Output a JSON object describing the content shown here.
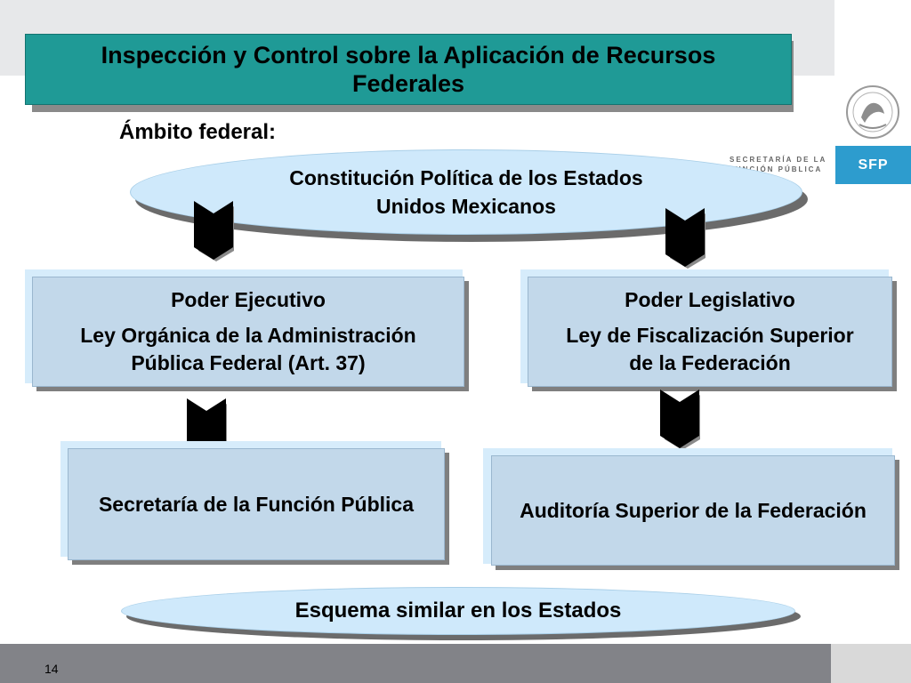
{
  "title": "Inspección y Control sobre la Aplicación de Recursos\nFederales",
  "subtitle": "Ámbito federal:",
  "constitution": "Constitución Política de los Estados\nUnidos Mexicanos",
  "ejecutivo": {
    "heading": "Poder Ejecutivo",
    "body": "Ley Orgánica de la Administración\nPública Federal (Art. 37)"
  },
  "legislativo": {
    "heading": "Poder Legislativo",
    "body": "Ley de Fiscalización Superior\nde la Federación"
  },
  "sfp_box": "Secretaría de la Función Pública",
  "asf_box": "Auditoría Superior de la Federación",
  "esquema": "Esquema similar en los Estados",
  "branding": {
    "secretaria": "SECRETARÍA DE LA\nFUNCIÓN PÚBLICA",
    "sfp": "SFP"
  },
  "page_number": "14",
  "colors": {
    "title_bg": "#1f9a96",
    "box_bg": "#c2d8ea",
    "ellipse_bg": "#cfe9fb",
    "sfp_blue": "#2d9cce"
  }
}
